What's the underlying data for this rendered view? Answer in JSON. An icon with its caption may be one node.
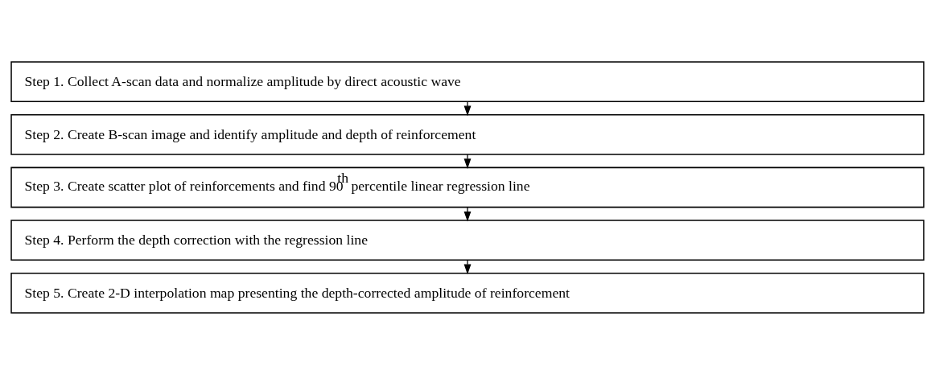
{
  "diagram": {
    "nodes": [
      {
        "text": [
          "Step 1. Collect A-scan data and normalize amplitude by direct acoustic wave"
        ]
      },
      {
        "text": [
          "Step 2. Create B-scan image and identify amplitude and depth of reinforcement"
        ]
      },
      {
        "text": [
          "Step 3. Create scatter plot of reinforcements and find 90$^{th}$ percentile linear regression line"
        ]
      },
      {
        "text": [
          "Step 4. Perform the depth correction with the regression line"
        ]
      },
      {
        "text": [
          "Step 5. Create 2-D interpolation map presenting the depth-corrected amplitude of reinforcement"
        ]
      }
    ],
    "edges": [
      {
        "from": 0,
        "to": 1,
        "arrow": "to"
      },
      {
        "from": 1,
        "to": 2,
        "arrow": "to"
      },
      {
        "from": 2,
        "to": 3,
        "arrow": "to"
      },
      {
        "from": 3,
        "to": 4,
        "arrow": "to"
      }
    ]
  }
}
